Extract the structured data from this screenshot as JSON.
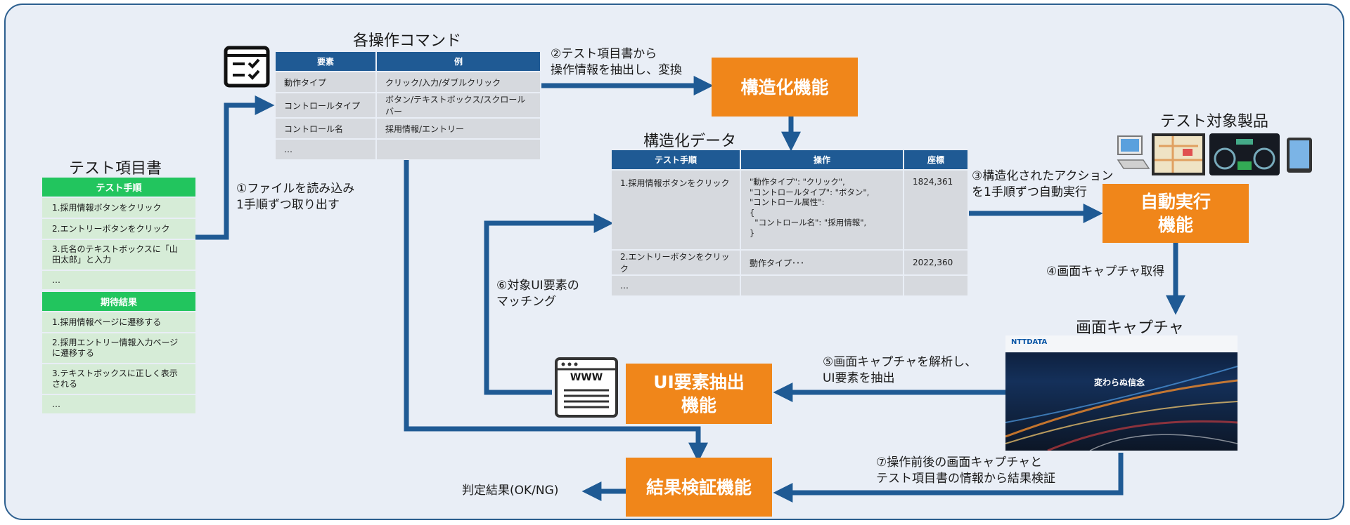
{
  "test_items": {
    "title": "テスト項目書",
    "steps_header": "テスト手順",
    "steps": [
      "1.採用情報ボタンをクリック",
      "2.エントリーボタンをクリック",
      "3.氏名のテキストボックスに「山田太郎」と入力",
      "…"
    ],
    "results_header": "期待結果",
    "results": [
      "1.採用情報ページに遷移する",
      "2.採用エントリー情報入力ページに遷移する",
      "3.テキストボックスに正しく表示される",
      "…"
    ]
  },
  "commands": {
    "title": "各操作コマンド",
    "headers": [
      "要素",
      "例"
    ],
    "rows": [
      [
        "動作タイプ",
        "クリック/入力/ダブルクリック"
      ],
      [
        "コントロールタイプ",
        "ボタン/テキストボックス/スクロールバー"
      ],
      [
        "コントロール名",
        "採用情報/エントリー"
      ],
      [
        "…",
        ""
      ]
    ]
  },
  "structured": {
    "title": "構造化データ",
    "headers": [
      "テスト手順",
      "操作",
      "座標"
    ],
    "rows": [
      {
        "step": "1.採用情報ボタンをクリック",
        "op": [
          "\"動作タイプ\": \"クリック\",",
          "\"コントロールタイプ\": \"ボタン\",",
          "\"コントロール属性\":",
          "{",
          "  \"コントロール名\": \"採用情報\",",
          "}"
        ],
        "coord": "1824,361"
      },
      {
        "step": "2.エントリーボタンをクリック",
        "op": [
          "動作タイプ･･･"
        ],
        "coord": "2022,360"
      },
      {
        "step": "…",
        "op": [
          ""
        ],
        "coord": ""
      }
    ]
  },
  "boxes": {
    "structuring": "構造化機能",
    "auto_exec": "自動実行\n機能",
    "ui_extract": "UI要素抽出\n機能",
    "verify": "結果検証機能"
  },
  "labels": {
    "step1": "①ファイルを読み込み\n1手順ずつ取り出す",
    "step2": "②テスト項目書から\n操作情報を抽出し、変換",
    "step3": "③構造化されたアクション\nを1手順ずつ自動実行",
    "step4": "④画面キャプチャ取得",
    "step5": "⑤画面キャプチャを解析し、\nUI要素を抽出",
    "step6": "⑥対象UI要素の\nマッチング",
    "step7": "⑦操作前後の画面キャプチャと\nテスト項目書の情報から結果検証",
    "result": "判定結果(OK/NG)",
    "products": "テスト対象製品",
    "capture": "画面キャプチャ",
    "www": "WWW",
    "capture_logo": "NTTDATA",
    "capture_headline": "変わらぬ信念"
  },
  "colors": {
    "arrow": "#1f5a94",
    "orange": "#f0861a",
    "green": "#22c55e",
    "header_blue": "#1f5a94"
  }
}
